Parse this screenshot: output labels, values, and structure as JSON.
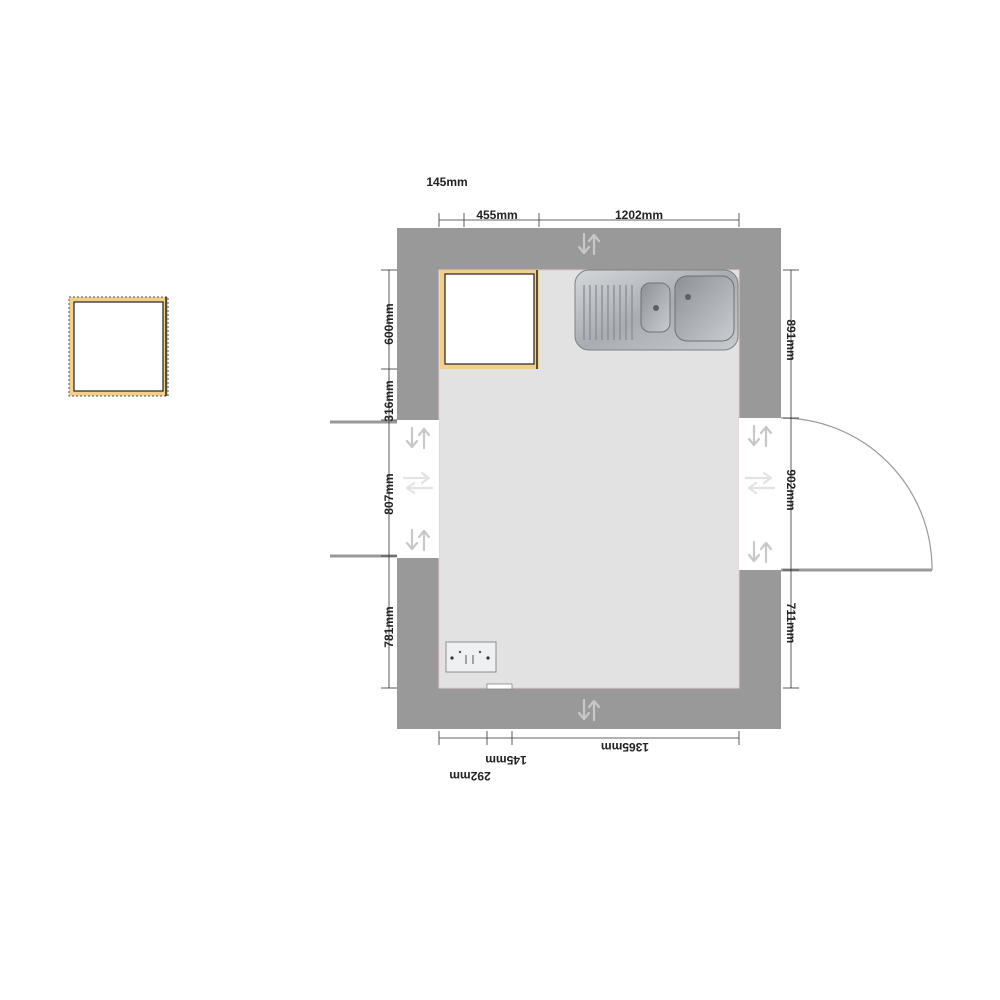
{
  "plan": {
    "dimensions": {
      "top_offset": "145mm",
      "top_cabinet_width": "455mm",
      "top_sink_span": "1202mm",
      "left_upper": "600mm",
      "left_gap": "316mm",
      "left_opening": "807mm",
      "left_lower": "781mm",
      "right_upper": "891mm",
      "right_door": "902mm",
      "right_lower": "711mm",
      "bottom_span": "1365mm",
      "bottom_small": "145mm",
      "bottom_offset": "292mm"
    },
    "colors": {
      "wall": "#999999",
      "floor": "#e2e2e2",
      "cabinet_frame": "#f2d08a",
      "door_swing": "#9a9a9a"
    },
    "items": [
      "sink-unit",
      "corner-cabinet",
      "loose-cabinet",
      "wall-socket",
      "door"
    ]
  }
}
